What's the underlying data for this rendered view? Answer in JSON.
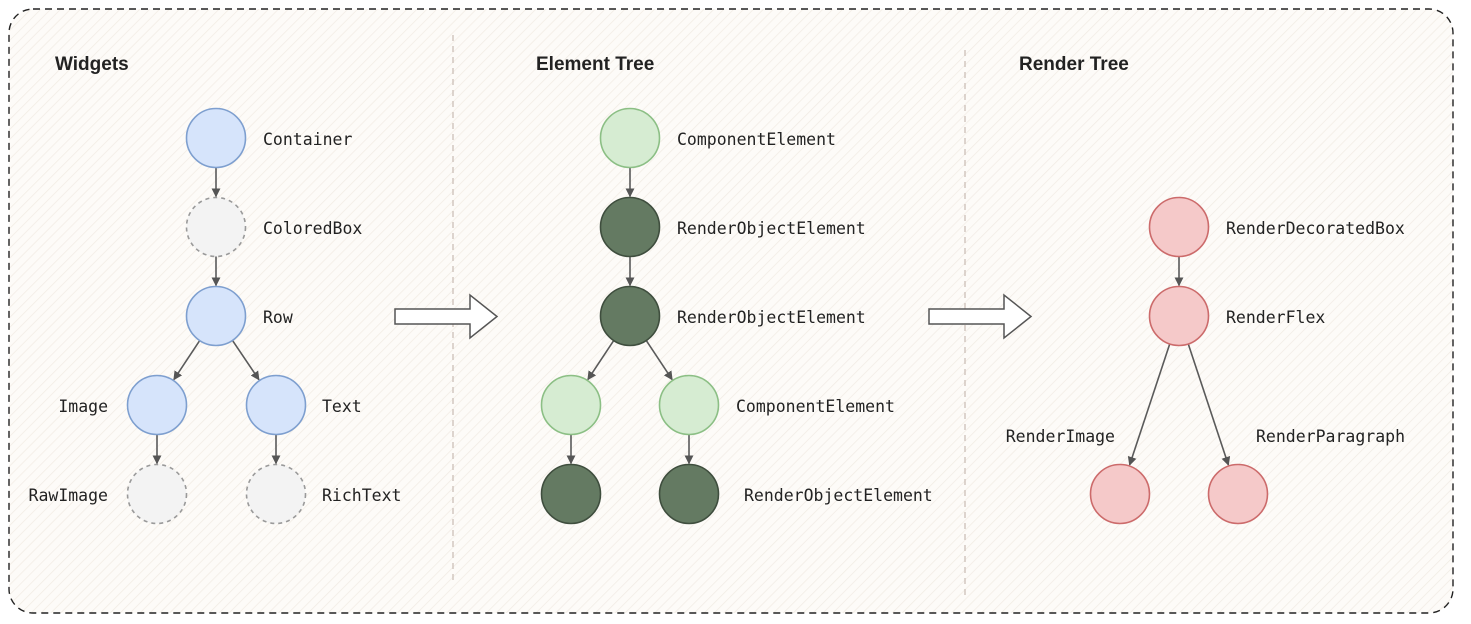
{
  "panels": [
    {
      "title": "Widgets",
      "nodes": [
        {
          "id": "container",
          "label": "Container",
          "style": "widget"
        },
        {
          "id": "coloredbox",
          "label": "ColoredBox",
          "style": "ghost"
        },
        {
          "id": "row",
          "label": "Row",
          "style": "widget"
        },
        {
          "id": "image",
          "label": "Image",
          "style": "widget"
        },
        {
          "id": "text",
          "label": "Text",
          "style": "widget"
        },
        {
          "id": "rawimage",
          "label": "RawImage",
          "style": "ghost"
        },
        {
          "id": "richtext",
          "label": "RichText",
          "style": "ghost"
        }
      ],
      "edges": [
        [
          "container",
          "coloredbox"
        ],
        [
          "coloredbox",
          "row"
        ],
        [
          "row",
          "image"
        ],
        [
          "row",
          "text"
        ],
        [
          "image",
          "rawimage"
        ],
        [
          "text",
          "richtext"
        ]
      ]
    },
    {
      "title": "Element Tree",
      "nodes": [
        {
          "id": "e_comp1",
          "label": "ComponentElement",
          "style": "component"
        },
        {
          "id": "e_ro1",
          "label": "RenderObjectElement",
          "style": "renderobject"
        },
        {
          "id": "e_ro2",
          "label": "RenderObjectElement",
          "style": "renderobject"
        },
        {
          "id": "e_comp_l",
          "label": "",
          "style": "component"
        },
        {
          "id": "e_comp_r",
          "label": "ComponentElement",
          "style": "component"
        },
        {
          "id": "e_ro_l",
          "label": "",
          "style": "renderobject"
        },
        {
          "id": "e_ro_r",
          "label": "RenderObjectElement",
          "style": "renderobject"
        }
      ],
      "edges": [
        [
          "e_comp1",
          "e_ro1"
        ],
        [
          "e_ro1",
          "e_ro2"
        ],
        [
          "e_ro2",
          "e_comp_l"
        ],
        [
          "e_ro2",
          "e_comp_r"
        ],
        [
          "e_comp_l",
          "e_ro_l"
        ],
        [
          "e_comp_r",
          "e_ro_r"
        ]
      ]
    },
    {
      "title": "Render Tree",
      "nodes": [
        {
          "id": "r_box",
          "label": "RenderDecoratedBox",
          "style": "render"
        },
        {
          "id": "r_flex",
          "label": "RenderFlex",
          "style": "render"
        },
        {
          "id": "r_image",
          "label": "RenderImage",
          "style": "render"
        },
        {
          "id": "r_para",
          "label": "RenderParagraph",
          "style": "render"
        }
      ],
      "edges": [
        [
          "r_box",
          "r_flex"
        ],
        [
          "r_flex",
          "r_image"
        ],
        [
          "r_flex",
          "r_para"
        ]
      ]
    }
  ],
  "styles": {
    "widget": {
      "fill": "#d6e4fb",
      "stroke": "#7e9fcf",
      "dashed": false
    },
    "ghost": {
      "fill": "#f3f3f3",
      "stroke": "#9a9a9a",
      "dashed": true
    },
    "component": {
      "fill": "#d6ecd2",
      "stroke": "#8cbf85",
      "dashed": false
    },
    "renderobject": {
      "fill": "#647a62",
      "stroke": "#3f4e3e",
      "dashed": false
    },
    "render": {
      "fill": "#f5c9c9",
      "stroke": "#cc6b6b",
      "dashed": false
    }
  }
}
